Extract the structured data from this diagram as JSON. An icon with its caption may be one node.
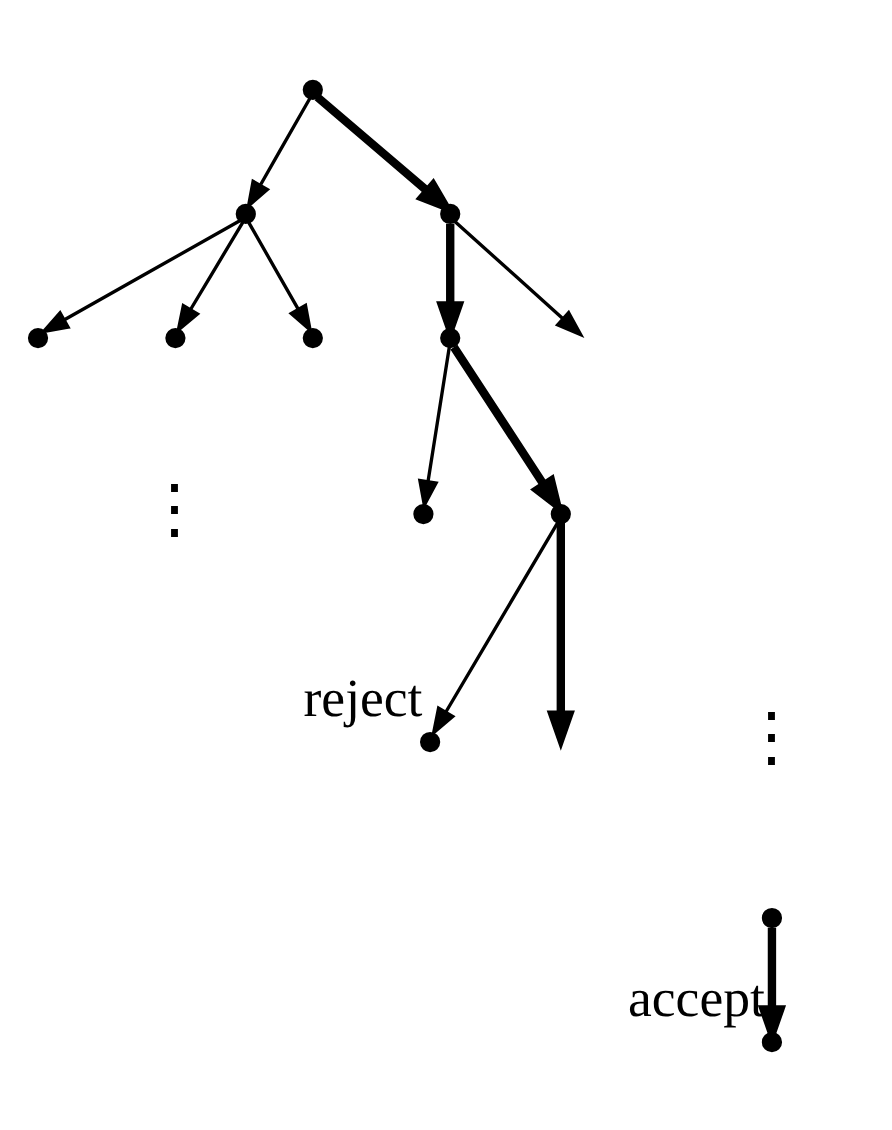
{
  "diagram": {
    "nodes": [
      {
        "text": [],
        "shape": "circle"
      },
      {
        "text": [],
        "shape": "circle"
      },
      {
        "text": [],
        "shape": "circle"
      },
      {
        "text": [],
        "shape": "circle"
      },
      {
        "text": [],
        "shape": "circle"
      },
      {
        "text": [],
        "shape": "circle"
      },
      {
        "text": [],
        "shape": "circle"
      },
      {
        "text": [],
        "shape": "circle"
      },
      {
        "text": [],
        "shape": "circle"
      },
      {
        "text": [],
        "shape": "circle",
        "beside": [
          "reject"
        ]
      },
      {
        "text": [],
        "shape": "circle"
      },
      {
        "text": [],
        "shape": "circle",
        "beside": [
          "accept"
        ]
      }
    ],
    "edges": [
      {
        "from": 0,
        "to": 1,
        "arrow": "to"
      },
      {
        "from": 0,
        "to": 2,
        "arrow": "to",
        "style": "thick"
      },
      {
        "from": 1,
        "to": 3,
        "arrow": "to"
      },
      {
        "from": 1,
        "to": 4,
        "arrow": "to"
      },
      {
        "from": 1,
        "to": 5,
        "arrow": "to"
      },
      {
        "from": 2,
        "to": null,
        "arrow": "to"
      },
      {
        "from": 2,
        "to": 6,
        "arrow": "to",
        "style": "thick"
      },
      {
        "from": 6,
        "to": 7,
        "arrow": "to"
      },
      {
        "from": 6,
        "to": 8,
        "arrow": "to",
        "style": "thick"
      },
      {
        "from": 8,
        "to": 9,
        "arrow": "to"
      },
      {
        "from": 8,
        "to": null,
        "arrow": "to",
        "style": "thick"
      },
      {
        "from": 10,
        "to": 11,
        "arrow": "to",
        "style": "thick"
      }
    ],
    "labels": [
      "⋮",
      "⋮"
    ]
  }
}
